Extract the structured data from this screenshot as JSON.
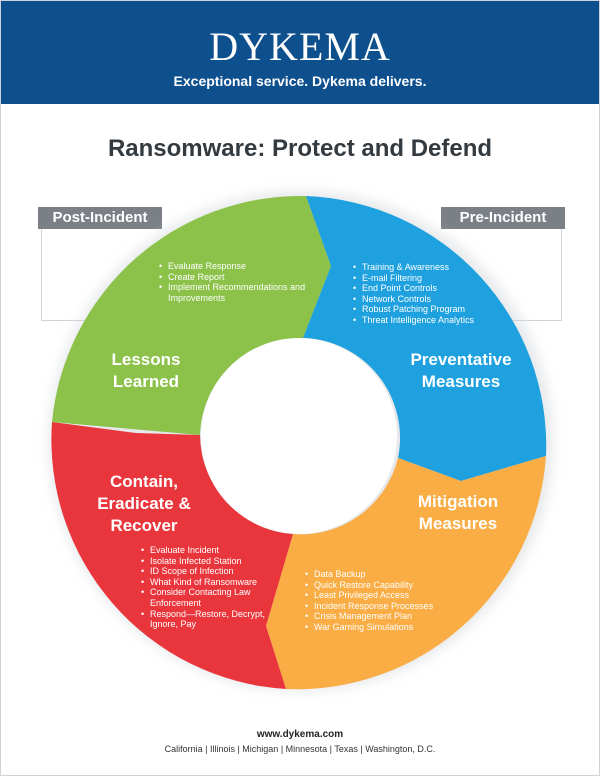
{
  "header": {
    "logo_text": "DYKEMA",
    "tagline": "Exceptional service. Dykema delivers.",
    "background_color": "#0e4f8d"
  },
  "title": "Ransomware: Protect and Defend",
  "phase_labels": {
    "post": "Post-Incident",
    "pre": "Pre-Incident"
  },
  "segments": {
    "lessons": {
      "title_line1": "Lessons",
      "title_line2": "Learned",
      "color": "#8cc24a",
      "items": [
        "Evaluate Response",
        "Create Report",
        "Implement Recommendations and Improvements"
      ]
    },
    "preventative": {
      "title_line1": "Preventative",
      "title_line2": "Measures",
      "color": "#1fa1df",
      "items": [
        "Training & Awareness",
        "E-mail Filtering",
        "End Point Controls",
        "Network Controls",
        "Robust Patching Program",
        "Threat Intelligence Analytics"
      ]
    },
    "mitigation": {
      "title_line1": "Mitigation",
      "title_line2": "Measures",
      "color": "#f9ad44",
      "items": [
        "Data Backup",
        "Quick Restore Capability",
        "Least Privileged Access",
        "Incident Response Processes",
        "Crisis Management Plan",
        "War Gaming Simulations"
      ]
    },
    "contain": {
      "title_line1": "Contain,",
      "title_line2": "Eradicate &",
      "title_line3": "Recover",
      "color": "#e8363c",
      "items": [
        "Evaluate Incident",
        "Isolate Infected Station",
        "ID Scope of Infection",
        "What Kind of Ransomware",
        "Consider Contacting Law Enforcement",
        "Respond—Restore, Decrypt, Ignore, Pay"
      ]
    }
  },
  "footer": {
    "website": "www.dykema.com",
    "offices": "California | Illinois | Michigan | Minnesota | Texas | Washington, D.C."
  }
}
